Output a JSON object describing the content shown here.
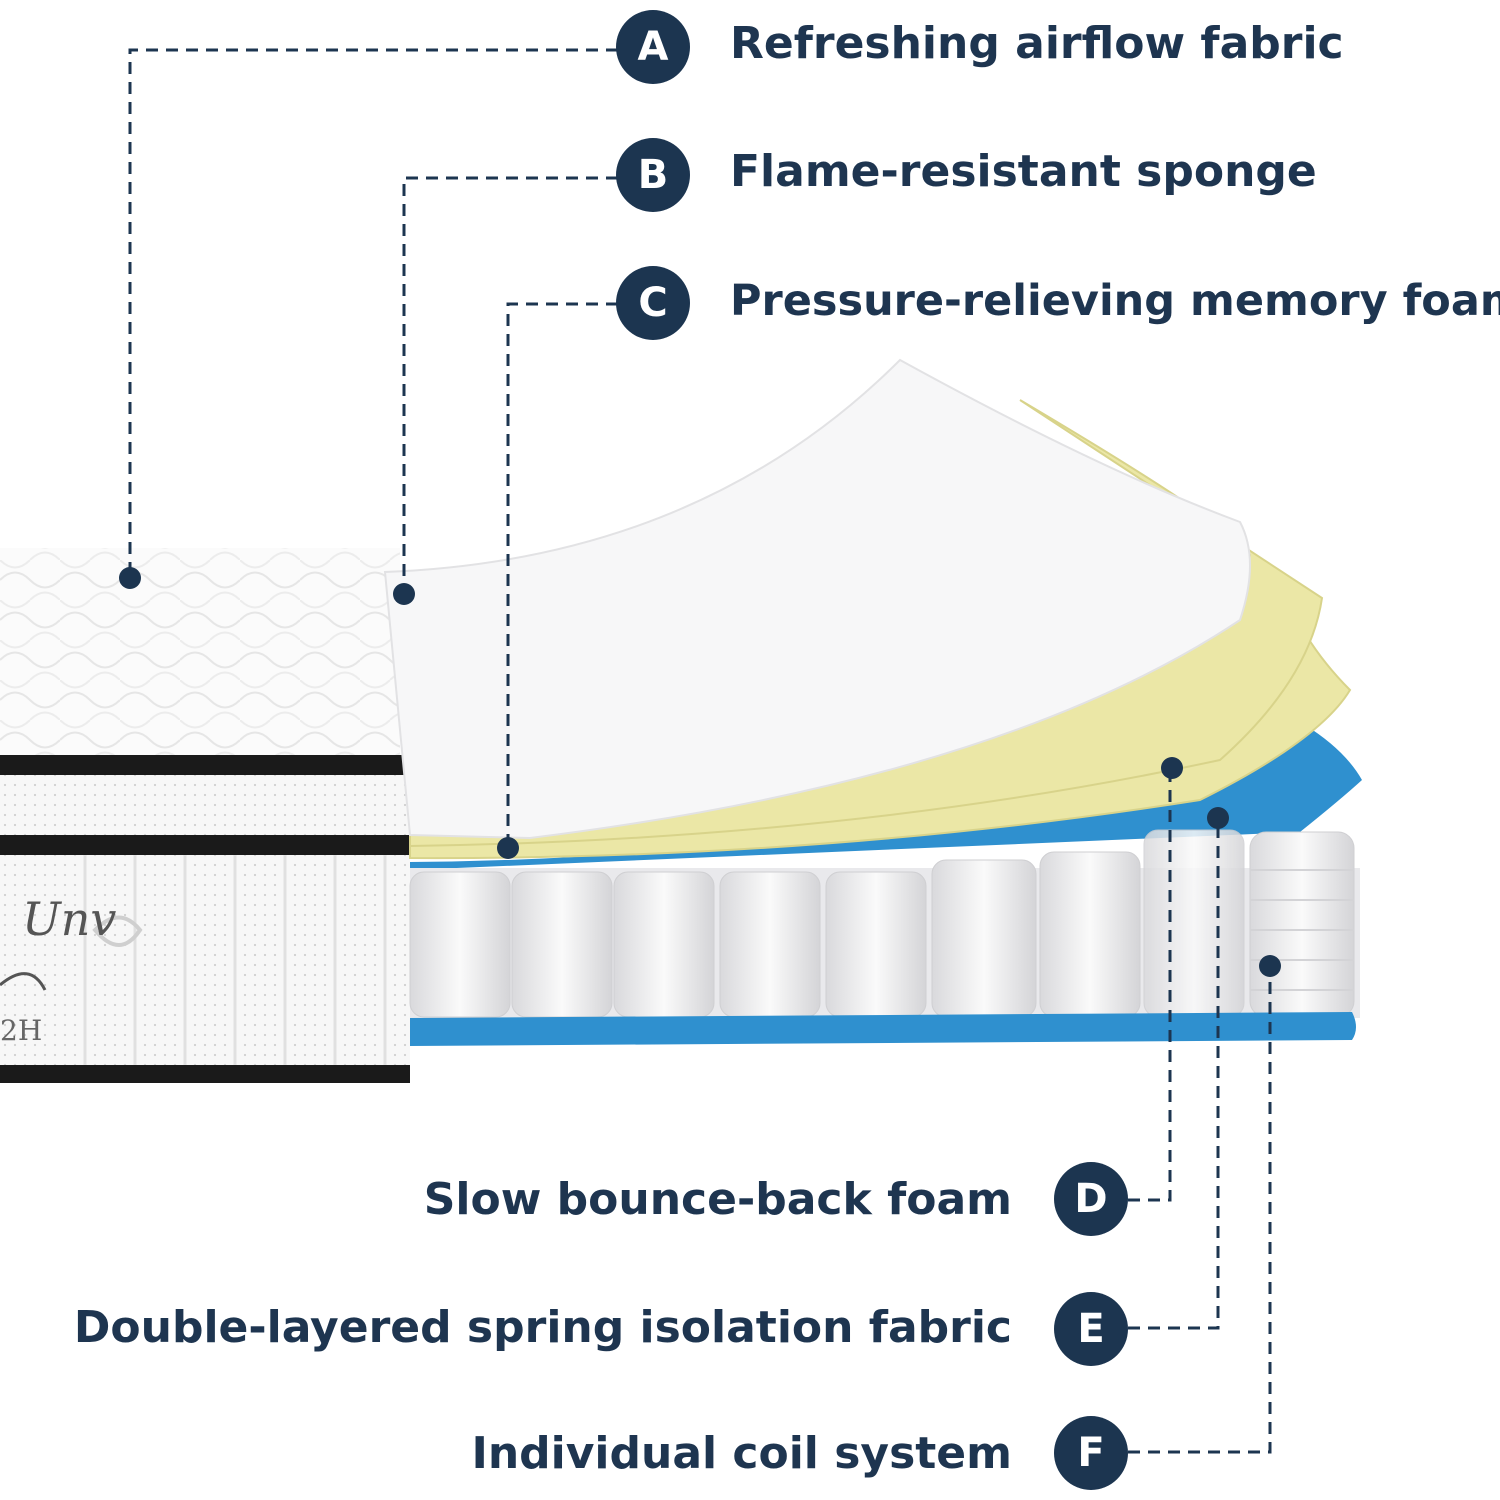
{
  "colors": {
    "text": "#1e3550",
    "badge": "#1c3550",
    "leader_line": "#1c3550",
    "white_sheet": "#f7f7f8",
    "yellow_foam": "#ebe7a6",
    "blue_foam": "#2f90cf",
    "mattress_trim": "#1a1a1a",
    "coil": "#e8e8ea"
  },
  "callouts": [
    {
      "letter": "A",
      "text": "Refreshing airflow fabric"
    },
    {
      "letter": "B",
      "text": "Flame-resistant sponge"
    },
    {
      "letter": "C",
      "text": "Pressure-relieving memory foam"
    },
    {
      "letter": "D",
      "text": "Slow bounce-back foam"
    },
    {
      "letter": "E",
      "text": "Double-layered spring isolation fabric"
    },
    {
      "letter": "F",
      "text": "Individual coil system"
    }
  ],
  "product_label": {
    "brand_fragment": "Unv",
    "size_fragment": "2H"
  }
}
